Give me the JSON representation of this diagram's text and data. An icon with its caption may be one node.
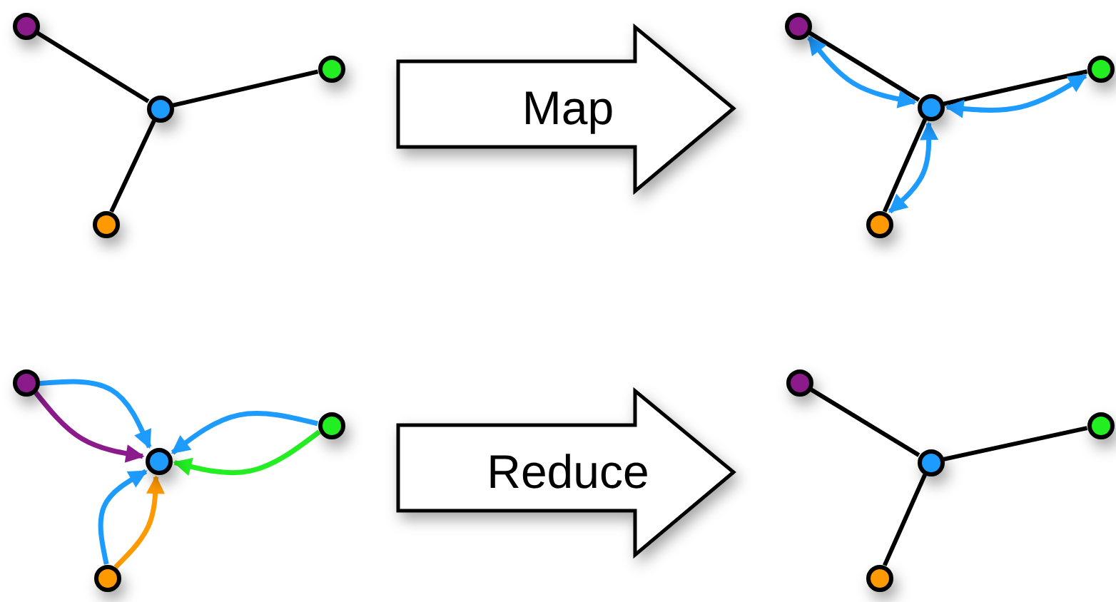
{
  "diagram": {
    "nodes": [
      {
        "text": [],
        "shape": "circle"
      },
      {
        "text": [],
        "shape": "circle"
      },
      {
        "text": [],
        "shape": "circle"
      },
      {
        "text": [],
        "shape": "circle"
      },
      {
        "text": [
          "Map"
        ]
      },
      {
        "text": [],
        "shape": "circle"
      },
      {
        "text": [],
        "shape": "circle"
      },
      {
        "text": [],
        "shape": "circle"
      },
      {
        "text": [],
        "shape": "circle"
      },
      {
        "text": [],
        "shape": "circle"
      },
      {
        "text": [],
        "shape": "circle"
      },
      {
        "text": [],
        "shape": "circle"
      },
      {
        "text": [],
        "shape": "circle"
      },
      {
        "text": [
          "Reduce"
        ]
      },
      {
        "text": [],
        "shape": "circle"
      },
      {
        "text": [],
        "shape": "circle"
      },
      {
        "text": [],
        "shape": "circle"
      },
      {
        "text": [],
        "shape": "circle"
      }
    ],
    "edges": [
      {
        "from": 2,
        "to": 0,
        "arrow": "none"
      },
      {
        "from": 2,
        "to": 1,
        "arrow": "none"
      },
      {
        "from": 2,
        "to": 3,
        "arrow": "none"
      },
      {
        "from": 7,
        "to": 5,
        "arrow": "none"
      },
      {
        "from": 7,
        "to": 6,
        "arrow": "none"
      },
      {
        "from": 7,
        "to": 8,
        "arrow": "none"
      },
      {
        "from": 7,
        "to": 5,
        "arrow": "both",
        "color": "#1e9bff"
      },
      {
        "from": 7,
        "to": 6,
        "arrow": "both",
        "color": "#1e9bff"
      },
      {
        "from": 7,
        "to": 8,
        "arrow": "both",
        "color": "#1e9bff"
      },
      {
        "from": 9,
        "to": 11,
        "arrow": "to",
        "color": "#1e9bff"
      },
      {
        "from": 9,
        "to": 11,
        "arrow": "to",
        "color": "#8b1a8b"
      },
      {
        "from": 10,
        "to": 11,
        "arrow": "to",
        "color": "#22ee22"
      },
      {
        "from": 10,
        "to": 11,
        "arrow": "to",
        "color": "#1e9bff"
      },
      {
        "from": 12,
        "to": 11,
        "arrow": "to",
        "color": "#1e9bff"
      },
      {
        "from": 12,
        "to": 11,
        "arrow": "to",
        "color": "#ff9900"
      },
      {
        "from": 16,
        "to": 14,
        "arrow": "none"
      },
      {
        "from": 16,
        "to": 15,
        "arrow": "none"
      },
      {
        "from": 16,
        "to": 17,
        "arrow": "none"
      }
    ]
  }
}
